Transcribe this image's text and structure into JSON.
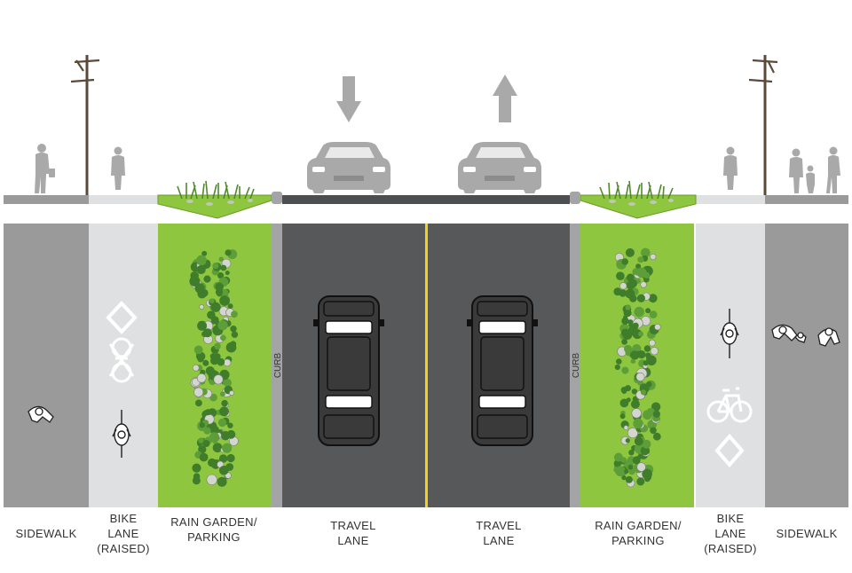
{
  "colors": {
    "sidewalk": "#9a9a9a",
    "bike_lane": "#dfe0e1",
    "rain_garden": "#8fc640",
    "asphalt": "#575859",
    "curb": "#a3a4a5",
    "center_line": "#f2d21f",
    "figure": "#a9a9a9",
    "pole": "#5a4a3a"
  },
  "plan_lanes": [
    {
      "type": "sidewalk",
      "name": "sidewalk-left"
    },
    {
      "type": "bike_lane",
      "name": "bike-lane-left"
    },
    {
      "type": "rain_garden",
      "name": "rain-garden-left"
    },
    {
      "type": "curb",
      "name": "curb-left"
    },
    {
      "type": "asphalt",
      "name": "travel-lane-left"
    },
    {
      "type": "asphalt",
      "name": "travel-lane-right"
    },
    {
      "type": "curb",
      "name": "curb-right"
    },
    {
      "type": "rain_garden",
      "name": "rain-garden-right"
    },
    {
      "type": "bike_lane",
      "name": "bike-lane-right"
    },
    {
      "type": "sidewalk",
      "name": "sidewalk-right"
    }
  ],
  "curb_text": "CURB",
  "lanes": [
    {
      "lines": [
        "SIDEWALK"
      ]
    },
    {
      "lines": [
        "BIKE",
        "LANE",
        "(RAISED)"
      ]
    },
    {
      "lines": [
        "RAIN GARDEN/",
        "PARKING"
      ]
    },
    {
      "lines": [
        "TRAVEL",
        "LANE"
      ]
    },
    {
      "lines": [
        "TRAVEL",
        "LANE"
      ]
    },
    {
      "lines": [
        "RAIN GARDEN/",
        "PARKING"
      ]
    },
    {
      "lines": [
        "BIKE",
        "LANE",
        "(RAISED)"
      ]
    },
    {
      "lines": [
        "SIDEWALK"
      ]
    }
  ],
  "traffic": {
    "left_lane_direction": "down",
    "right_lane_direction": "up"
  },
  "icons": [
    "utility-pole-icon",
    "pedestrian-icon",
    "cyclist-icon",
    "car-icon",
    "arrow-down-icon",
    "arrow-up-icon",
    "plants-icon",
    "diamond-icon",
    "bicycle-icon",
    "family-icon"
  ]
}
